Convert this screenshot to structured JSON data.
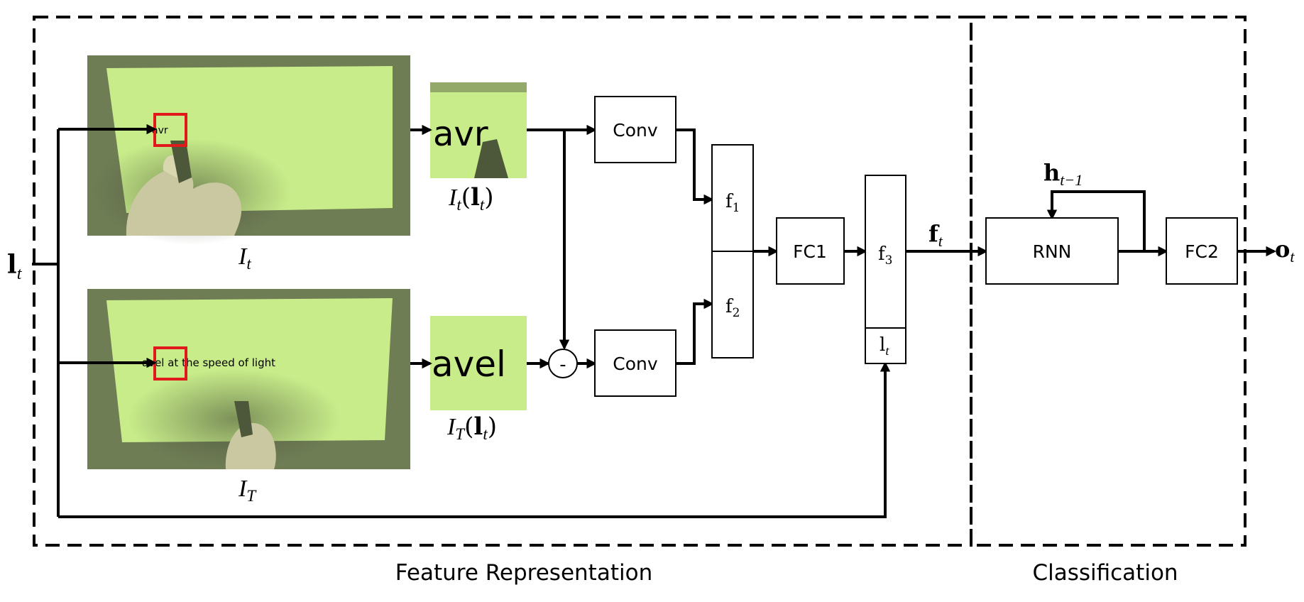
{
  "sections": {
    "feature": "Feature Representation",
    "classification": "Classification"
  },
  "blocks": {
    "conv_top": "Conv",
    "conv_bottom": "Conv",
    "fc1": "FC1",
    "fc2": "FC2",
    "rnn": "RNN",
    "subtract": "-",
    "f1": "f",
    "f1_sub": "1",
    "f2": "f",
    "f2_sub": "2",
    "f3": "f",
    "f3_sub": "3",
    "lt_cell": "l",
    "lt_cell_sub": "t"
  },
  "labels": {
    "input_l": "l",
    "input_l_sub": "t",
    "img_current": "I",
    "img_current_sub": "t",
    "img_target": "I",
    "img_target_sub": "T",
    "crop_current": "I",
    "crop_current_sub": "t",
    "crop_current_arg": "l",
    "crop_current_arg_sub": "t",
    "crop_target": "I",
    "crop_target_sub": "T",
    "crop_target_arg": "l",
    "crop_target_arg_sub": "t",
    "feature_out": "f",
    "feature_out_sub": "t",
    "hidden": "h",
    "hidden_sub": "t−1",
    "output": "o",
    "output_sub": "t",
    "open_paren": "(",
    "close_paren": ")"
  },
  "image_text": {
    "target_frame_handwriting": "avel at the speed of light",
    "current_frame_handwriting": "avr",
    "crop_current_text": "avr",
    "crop_target_text": "avel"
  },
  "colors": {
    "paper": "#c8ec8a",
    "table": "#6f7d55",
    "table_dark": "#4d573a",
    "skin": "#c9c8a0",
    "focus_box": "#e0191b",
    "line": "#000000"
  }
}
